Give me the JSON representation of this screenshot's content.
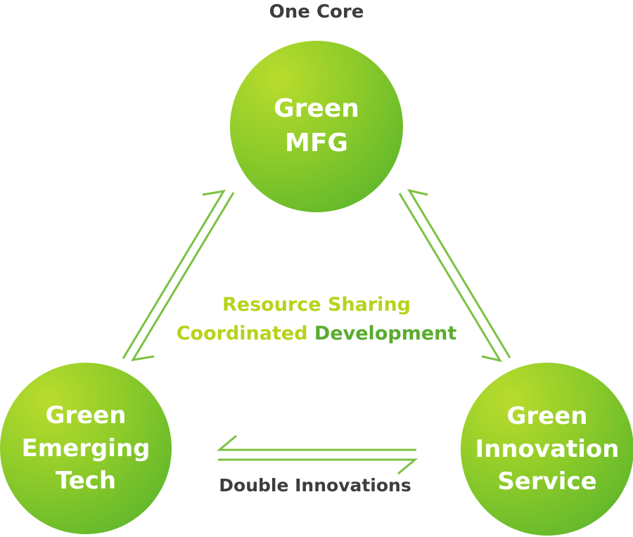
{
  "top_caption": "One Core",
  "bottom_caption": "Double Innovations",
  "nodes": {
    "top": {
      "line1": "Green",
      "line2": "MFG"
    },
    "left": {
      "line1": "Green",
      "line2": "Emerging",
      "line3": "Tech"
    },
    "right": {
      "line1": "Green",
      "line2": "Innovation",
      "line3": "Service"
    }
  },
  "center": {
    "line1_part1": "Resource ",
    "line1_part2": "Sharing",
    "line2_part1": "Coordinated ",
    "line2_part2": "Development"
  },
  "colors": {
    "arrow": "#7cc143",
    "text_light_green": "#b8d21c",
    "text_dark_green": "#5aac2e",
    "caption": "#3d3d3d"
  }
}
